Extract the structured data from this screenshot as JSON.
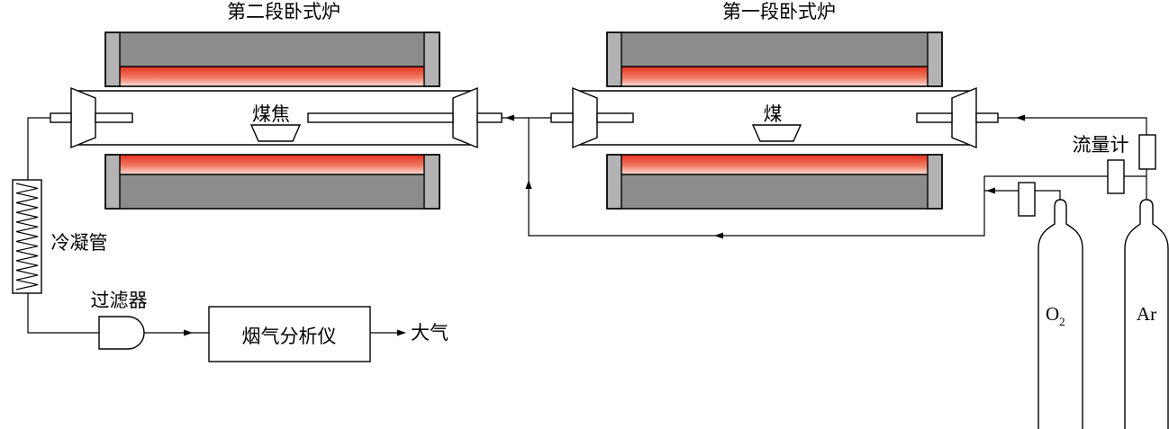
{
  "furnace_second": {
    "label": "第二段卧式炉"
  },
  "furnace_first": {
    "label": "第一段卧式炉"
  },
  "sample_second": {
    "label": "煤焦"
  },
  "sample_first": {
    "label": "煤"
  },
  "flowmeter": {
    "label": "流量计"
  },
  "condenser": {
    "label": "冷凝管"
  },
  "filter": {
    "label": "过滤器"
  },
  "analyzer": {
    "label": "烟气分析仪"
  },
  "exhaust": {
    "label": "大气"
  },
  "cylinder_o2": {
    "label": "O",
    "subscript": "2"
  },
  "cylinder_ar": {
    "label": "Ar"
  },
  "colors": {
    "line": "#000000",
    "furnace_body": "#8c8c8c",
    "furnace_end_cap": "#b3b3b3",
    "heater_strong": "#e5321f",
    "heater_light": "#fde0d8",
    "background": "#ffffff"
  }
}
